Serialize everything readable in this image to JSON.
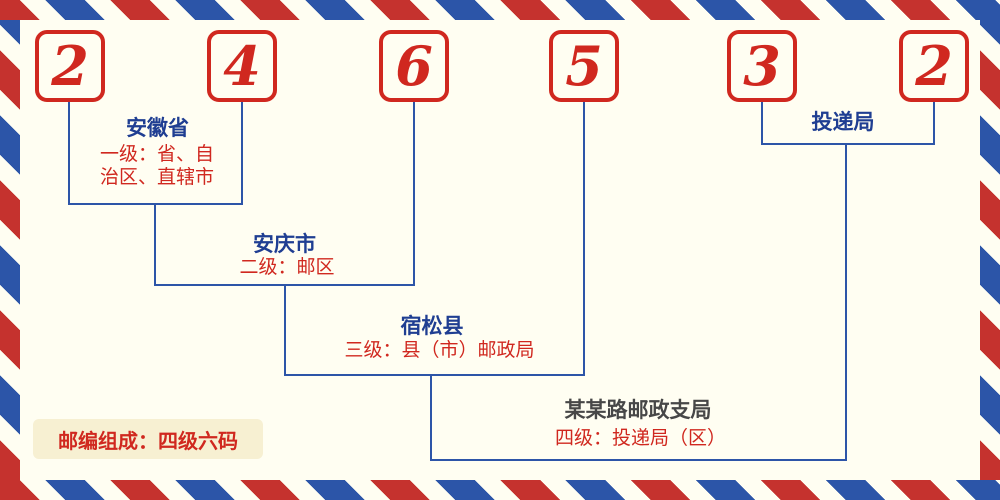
{
  "postal_code": {
    "digits": [
      "2",
      "4",
      "6",
      "5",
      "3",
      "2"
    ]
  },
  "levels": {
    "level1": {
      "title": "安徽省",
      "desc_line1": "一级：省、自",
      "desc_line2": "治区、直辖市"
    },
    "level2": {
      "title": "安庆市",
      "desc": "二级：邮区"
    },
    "level3": {
      "title": "宿松县",
      "desc": "三级：县（市）邮政局"
    },
    "level4": {
      "title": "某某路邮政支局",
      "desc": "四级：投递局（区）"
    },
    "delivery": {
      "title": "投递局"
    }
  },
  "footer": {
    "badge": "邮编组成：四级六码"
  },
  "colors": {
    "digit_red": "#d0281f",
    "line_blue": "#2d55a8",
    "title_blue": "#1f3e92",
    "desc_red": "#d0281f",
    "level4_title_gray": "#474747",
    "badge_bg": "#f7f0d2",
    "page_bg": "#fffef2",
    "stripe_red": "#c5322e",
    "stripe_blue": "#2c55a8"
  }
}
